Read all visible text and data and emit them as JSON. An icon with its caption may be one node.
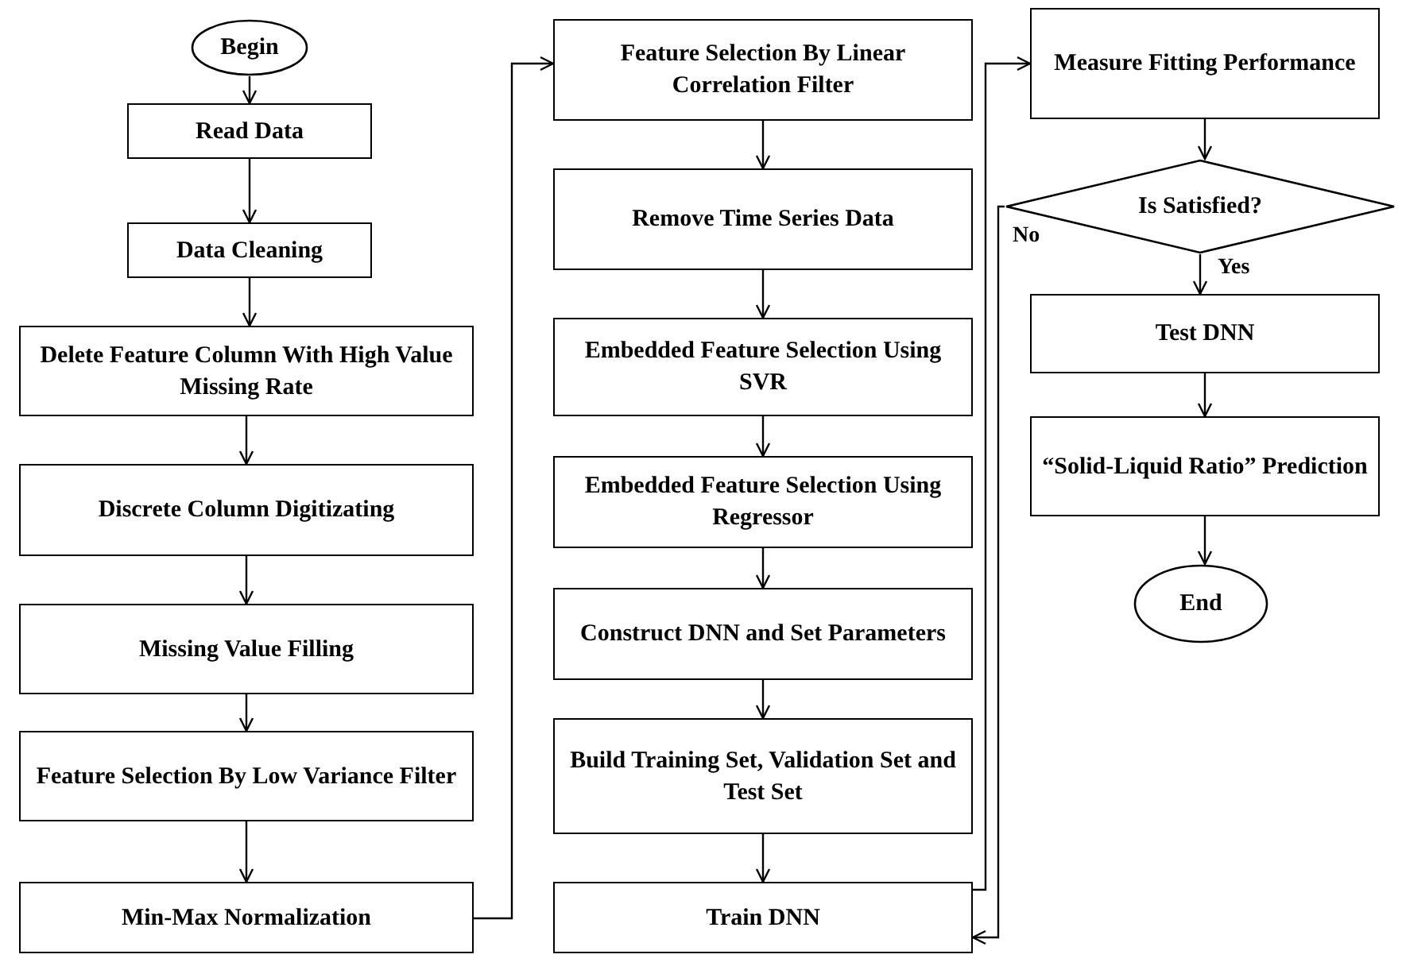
{
  "diagram": {
    "nodes": [
      {
        "text": [
          "Begin"
        ]
      },
      {
        "text": [
          "Read Data"
        ]
      },
      {
        "text": [
          "Data Cleaning"
        ]
      },
      {
        "text": [
          "Delete Feature Column With High Value Missing Rate"
        ]
      },
      {
        "text": [
          "Discrete Column Digitizating"
        ]
      },
      {
        "text": [
          "Missing Value Filling"
        ]
      },
      {
        "text": [
          "Feature Selection By Low Variance Filter"
        ]
      },
      {
        "text": [
          "Min-Max Normalization"
        ]
      },
      {
        "text": [
          "Feature Selection By Linear Correlation Filter"
        ]
      },
      {
        "text": [
          "Remove Time Series Data"
        ]
      },
      {
        "text": [
          "Embedded Feature Selection Using SVR"
        ]
      },
      {
        "text": [
          "Embedded Feature Selection Using Regressor"
        ]
      },
      {
        "text": [
          "Construct DNN and Set Parameters"
        ]
      },
      {
        "text": [
          "Build Training Set, Validation Set and Test Set"
        ]
      },
      {
        "text": [
          "Train DNN"
        ]
      },
      {
        "text": [
          "Measure Fitting Performance"
        ]
      },
      {
        "text": [
          "Is Satisfied?"
        ]
      },
      {
        "text": [
          "Test DNN"
        ]
      },
      {
        "text": [
          "“Solid-Liquid Ratio” Prediction"
        ]
      },
      {
        "text": [
          "End"
        ]
      }
    ],
    "edges": [
      {
        "from": 0,
        "to": 1,
        "arrow": "to"
      },
      {
        "from": 1,
        "to": 2,
        "arrow": "to"
      },
      {
        "from": 2,
        "to": 3,
        "arrow": "to"
      },
      {
        "from": 3,
        "to": 4,
        "arrow": "to"
      },
      {
        "from": 4,
        "to": 5,
        "arrow": "to"
      },
      {
        "from": 5,
        "to": 6,
        "arrow": "to"
      },
      {
        "from": 6,
        "to": 7,
        "arrow": "to"
      },
      {
        "from": 7,
        "to": 8,
        "arrow": "to"
      },
      {
        "from": 8,
        "to": 9,
        "arrow": "to"
      },
      {
        "from": 9,
        "to": 10,
        "arrow": "to"
      },
      {
        "from": 10,
        "to": 11,
        "arrow": "to"
      },
      {
        "from": 11,
        "to": 12,
        "arrow": "to"
      },
      {
        "from": 12,
        "to": 13,
        "arrow": "to"
      },
      {
        "from": 13,
        "to": 14,
        "arrow": "to"
      },
      {
        "from": 14,
        "to": 15,
        "arrow": "to"
      },
      {
        "from": 15,
        "to": 16,
        "arrow": "to"
      },
      {
        "from": 16,
        "to": 14,
        "arrow": "to",
        "label": "No"
      },
      {
        "from": 16,
        "to": 17,
        "arrow": "to",
        "label": "Yes"
      },
      {
        "from": 17,
        "to": 18,
        "arrow": "to"
      },
      {
        "from": 18,
        "to": 19,
        "arrow": "to"
      }
    ]
  }
}
